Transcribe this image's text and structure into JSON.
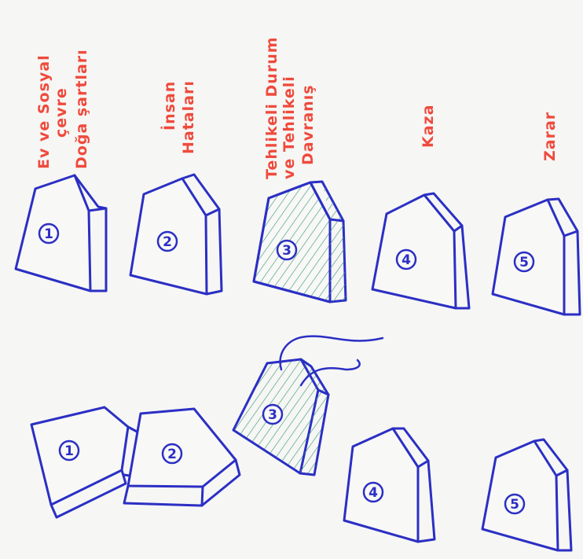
{
  "labels": {
    "label_1_line1": "Ev ve Sosyal",
    "label_1_line2": "çevre",
    "label_1_line3": "Doğa şartları",
    "label_2_line1": "İnsan",
    "label_2_line2": "Hataları",
    "label_3_line1": "Tehlikeli Durum",
    "label_3_line2": "ve Tehlikeli",
    "label_3_line3": "Davranış",
    "label_4": "Kaza",
    "label_5": "Zarar"
  },
  "top_row": {
    "domino_1": "1",
    "domino_2": "2",
    "domino_3": "3",
    "domino_4": "4",
    "domino_5": "5"
  },
  "bottom_row": {
    "domino_1": "1",
    "domino_2": "2",
    "domino_3": "3",
    "domino_4": "4",
    "domino_5": "5"
  },
  "colors": {
    "ink": "#2b2fc4",
    "label": "#ef4a3c",
    "hatch": "#3e9c7a"
  }
}
